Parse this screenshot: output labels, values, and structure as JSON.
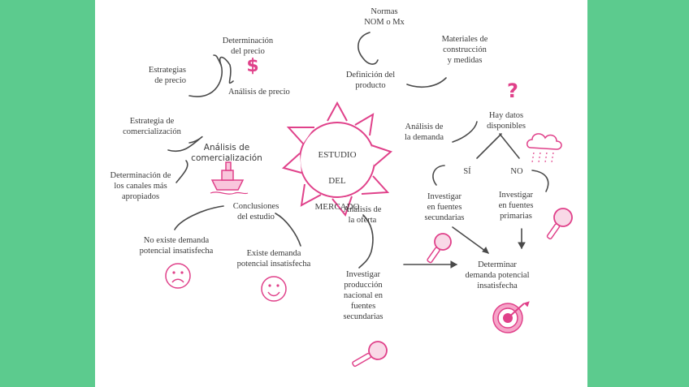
{
  "center": {
    "line1": "ESTUDIO",
    "line2": "DEL",
    "line3": "MERCADO"
  },
  "nodes": {
    "normas": "Normas\nNOM o Mx",
    "determinacion_precio": "Determinación\ndel precio",
    "estrategias_precio": "Estrategias\nde precio",
    "analisis_precio": "Análisis de precio",
    "materiales": "Materiales de\nconstrucción\ny medidas",
    "definicion_producto": "Definición del\nproducto",
    "estrategia_comercializacion": "Estrategia de\ncomercialización",
    "analisis_comercializacion": "Análisis de\ncomercialización",
    "determinacion_canales": "Determinación de\nlos canales más\napropiados",
    "conclusiones": "Conclusiones\ndel estudio",
    "no_existe_demanda": "No existe demanda\npotencial insatisfecha",
    "existe_demanda": "Existe demanda\npotencial insatisfecha",
    "analisis_demanda": "Análisis de\nla demanda",
    "hay_datos": "Hay datos\ndisponibles",
    "si": "SÍ",
    "no": "NO",
    "investigar_secundarias": "Investigar\nen fuentes\nsecundarias",
    "investigar_primarias": "Investigar\nen fuentes\nprimarias",
    "analisis_oferta": "Análisis de\nla oferta",
    "determinar_demanda": "Determinar\ndemanda potencial\ninsatisfecha",
    "investigar_produccion": "Investigar\nproducción\nnacional en\nfuentes\nsecundarias"
  },
  "icons": [
    "dollar-icon",
    "question-icon",
    "ship-icon",
    "cloud-rain-icon",
    "sad-face-icon",
    "happy-face-icon",
    "magnifier-icon",
    "target-icon"
  ],
  "colors": {
    "background": "#5ccb8e",
    "page": "#ffffff",
    "accent": "#e0418a",
    "text": "#3a3a3a"
  }
}
